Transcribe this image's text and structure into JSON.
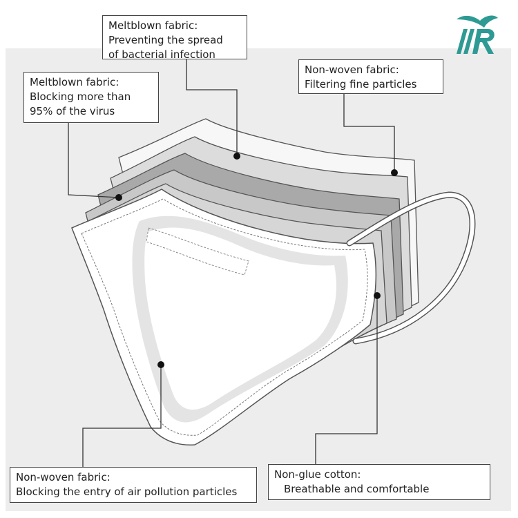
{
  "logo": {
    "name": "brand-logo",
    "color": "#2e9a94"
  },
  "colors": {
    "panel": "#ededed",
    "layer_outer": "#f7f7f7",
    "layer_meltblown_a": "#dcdcdc",
    "layer_meltblown_b": "#a9a9a9",
    "layer_cotton": "#c8c8c8",
    "layer_inner": "#d6d6d6",
    "front": "#ffffff",
    "inner_shade": "#e4e4e4",
    "stroke": "#555555"
  },
  "callouts": {
    "meltblown_spread": {
      "lines": [
        "Meltblown fabric:",
        "Preventing the spread",
        "of bacterial infection"
      ]
    },
    "meltblown_virus": {
      "lines": [
        "Meltblown fabric:",
        "Blocking more than",
        "95% of the virus"
      ]
    },
    "nonwoven_particles": {
      "lines": [
        "Non-woven fabric:",
        "Filtering fine particles"
      ]
    },
    "nonwoven_pollution": {
      "lines": [
        "Non-woven fabric:",
        "Blocking the entry of air pollution particles"
      ]
    },
    "nonglue_cotton": {
      "lines": [
        "Non-glue cotton:",
        "Breathable and comfortable"
      ]
    }
  }
}
